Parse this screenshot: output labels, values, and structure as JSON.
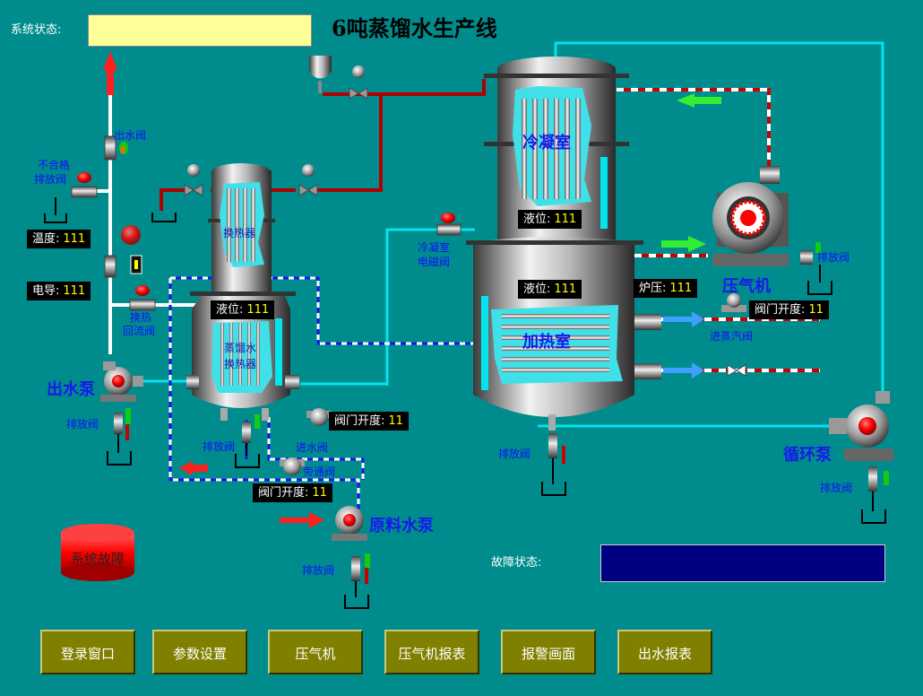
{
  "header": {
    "title": "6吨蒸馏水生产线",
    "system_status_label": "系统状态:",
    "system_status_value": ""
  },
  "labels": {
    "outlet_valve": "出水阀",
    "reject_valve_line1": "不合格",
    "reject_valve_line2": "排放阀",
    "return_valve_line1": "换热",
    "return_valve_line2": "回流阀",
    "outlet_pump": "出水泵",
    "drain_valve": "排放阀",
    "heat_exchanger": "换热器",
    "distilled_exchanger_line1": "蒸馏水",
    "distilled_exchanger_line2": "换热器",
    "inlet_valve": "进水阀",
    "bypass_valve": "旁通阀",
    "raw_water_pump": "原料水泵",
    "condenser_valve_line1": "冷凝室",
    "condenser_valve_line2": "电磁阀",
    "condensing_room": "冷凝室",
    "heating_room": "加热室",
    "compressor": "压气机",
    "steam_inlet_valve": "进蒸汽阀",
    "circulation_pump": "循环泵",
    "alarm_text": "系统故障",
    "fault_status_label": "故障状态:"
  },
  "readouts": {
    "temperature": {
      "label": "温度:",
      "value": "111"
    },
    "conductivity": {
      "label": "电导:",
      "value": "111"
    },
    "exchanger_level": {
      "label": "液位:",
      "value": "111"
    },
    "condenser_level": {
      "label": "液位:",
      "value": "111"
    },
    "heater_level": {
      "label": "液位:",
      "value": "111"
    },
    "furnace_pressure": {
      "label": "炉压:",
      "value": "111"
    },
    "steam_valve_opening": {
      "label": "阀门开度:",
      "value": "11"
    },
    "inlet_valve_opening": {
      "label": "阀门开度:",
      "value": "11"
    },
    "bypass_valve_opening": {
      "label": "阀门开度:",
      "value": "11"
    }
  },
  "fault_status_value": "",
  "nav_buttons": [
    "登录窗口",
    "参数设置",
    "压气机",
    "压气机报表",
    "报警画面",
    "出水报表"
  ],
  "colors": {
    "background": "#008c8c",
    "cyan_pipe": "#00e5ee",
    "red_pipe": "#b00000",
    "button": "#808000",
    "status_box": "#ffff99",
    "fault_box": "#000080"
  }
}
